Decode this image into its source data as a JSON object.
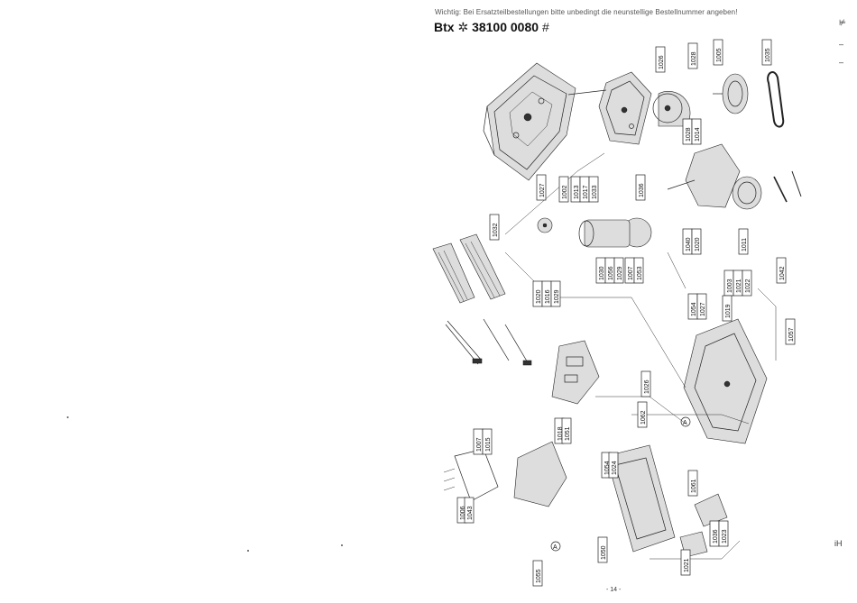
{
  "header": {
    "note": "Wichtig: Bei Ersatzteilbestellungen bitte unbedingt die neunstellige Bestellnummer angeben!",
    "btx_label": "Btx",
    "btx_symbol": "✲",
    "order_number": "38100 0080",
    "hash_symbol": "#"
  },
  "parts": [
    "1026",
    "1028",
    "1005",
    "1035",
    "1028",
    "1014",
    "1036",
    "1032",
    "1027",
    "1002",
    "1013",
    "1017",
    "1033",
    "1040",
    "1020",
    "1011",
    "1042",
    "1030",
    "1056",
    "1029",
    "1020",
    "1016",
    "1029",
    "1007",
    "1053",
    "1003",
    "1021",
    "1022",
    "1054",
    "1027",
    "1019",
    "1057",
    "1026",
    "1062",
    "1018",
    "1051",
    "1007",
    "1015",
    "1054",
    "1024",
    "1061",
    "1006",
    "1043",
    "1036",
    "1023",
    "1055",
    "1050",
    "1021"
  ],
  "marker_letter": "A",
  "page_number": "- 14 -",
  "right_margin": {
    "top_mark": "⊭",
    "bottom_mark": "iH"
  },
  "colors": {
    "ink": "#222222",
    "paper": "#ffffff"
  }
}
